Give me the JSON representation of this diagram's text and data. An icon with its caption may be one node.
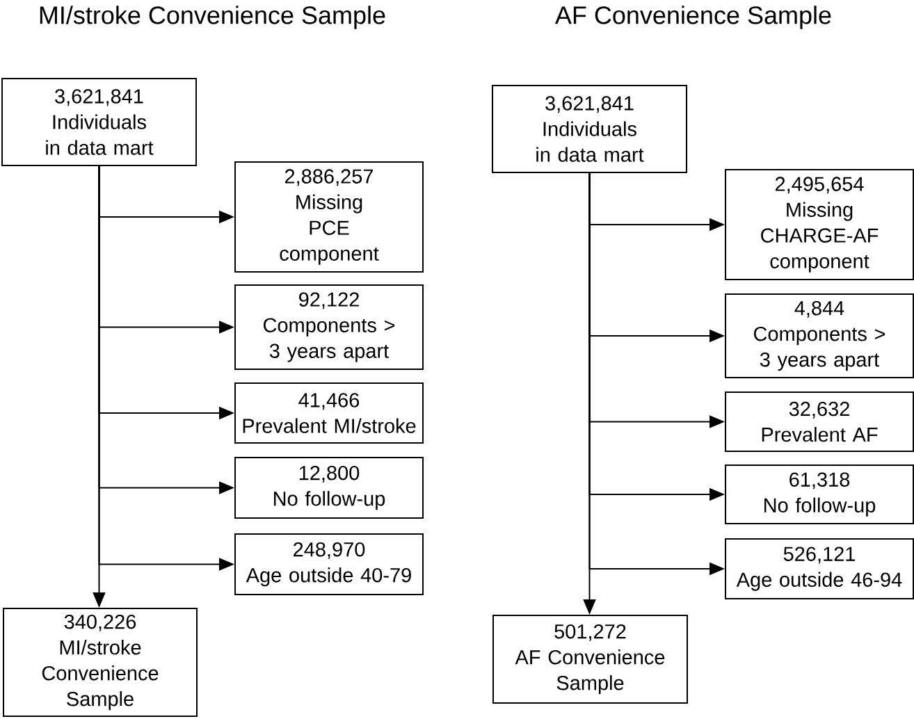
{
  "diagram": {
    "nodes": [
      {
        "text": [
          "3,621,841",
          "Individuals in data mart"
        ]
      },
      {
        "text": [
          "2,886,257",
          "Missing PCE component"
        ]
      },
      {
        "text": [
          "92,122",
          "Components > 3 years apart"
        ]
      },
      {
        "text": [
          "41,466",
          "Prevalent MI/stroke"
        ]
      },
      {
        "text": [
          "12,800",
          "No follow-up"
        ]
      },
      {
        "text": [
          "248,970",
          "Age outside 40-79"
        ]
      },
      {
        "text": [
          "340,226",
          "MI/stroke Convenience Sample"
        ]
      },
      {
        "text": [
          "3,621,841",
          "Individuals in data mart"
        ]
      },
      {
        "text": [
          "2,495,654",
          "Missing CHARGE-AF component"
        ]
      },
      {
        "text": [
          "4,844",
          "Components > 3 years apart"
        ]
      },
      {
        "text": [
          "32,632",
          "Prevalent AF"
        ]
      },
      {
        "text": [
          "61,318",
          "No follow-up"
        ]
      },
      {
        "text": [
          "526,121",
          "Age outside 46-94"
        ]
      },
      {
        "text": [
          "501,272",
          "AF Convenience Sample"
        ]
      }
    ],
    "edges": [
      {
        "from": 0,
        "to": 1,
        "arrow": "to"
      },
      {
        "from": 0,
        "to": 2,
        "arrow": "to"
      },
      {
        "from": 0,
        "to": 3,
        "arrow": "to"
      },
      {
        "from": 0,
        "to": 4,
        "arrow": "to"
      },
      {
        "from": 0,
        "to": 5,
        "arrow": "to"
      },
      {
        "from": 0,
        "to": 6,
        "arrow": "to"
      },
      {
        "from": 7,
        "to": 8,
        "arrow": "to"
      },
      {
        "from": 7,
        "to": 9,
        "arrow": "to"
      },
      {
        "from": 7,
        "to": 10,
        "arrow": "to"
      },
      {
        "from": 7,
        "to": 11,
        "arrow": "to"
      },
      {
        "from": 7,
        "to": 12,
        "arrow": "to"
      },
      {
        "from": 7,
        "to": 13,
        "arrow": "to"
      }
    ],
    "labels": [
      "MI/stroke Convenience Sample",
      "AF Convenience Sample"
    ]
  }
}
